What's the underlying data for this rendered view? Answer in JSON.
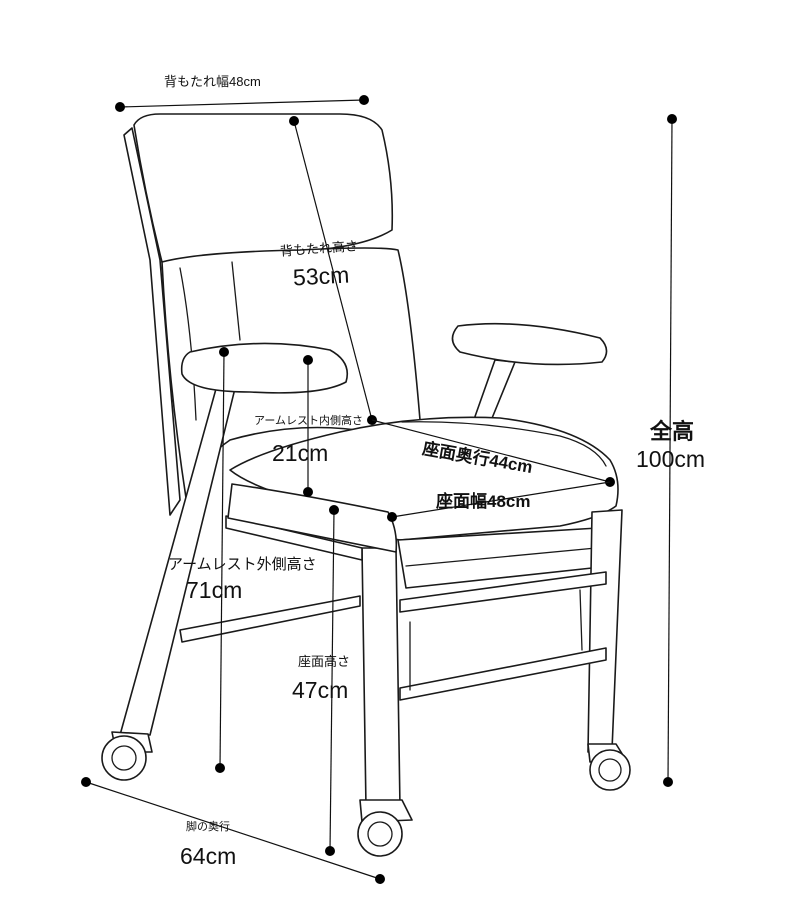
{
  "labels": {
    "backrest_width": "背もたれ幅48cm",
    "backrest_height_title": "背もたれ高さ",
    "backrest_height_value": "53cm",
    "armrest_inner_title": "アームレスト内側高さ",
    "armrest_inner_value": "21cm",
    "seat_depth": "座面奥行44cm",
    "seat_width": "座面幅48cm",
    "armrest_outer_title": "アームレスト外側高さ",
    "armrest_outer_value": "71cm",
    "seat_height_title": "座面高さ",
    "seat_height_value": "47cm",
    "leg_depth_title": "脚の奥行",
    "leg_depth_value": "64cm",
    "total_height_title": "全高",
    "total_height_value": "100cm"
  }
}
